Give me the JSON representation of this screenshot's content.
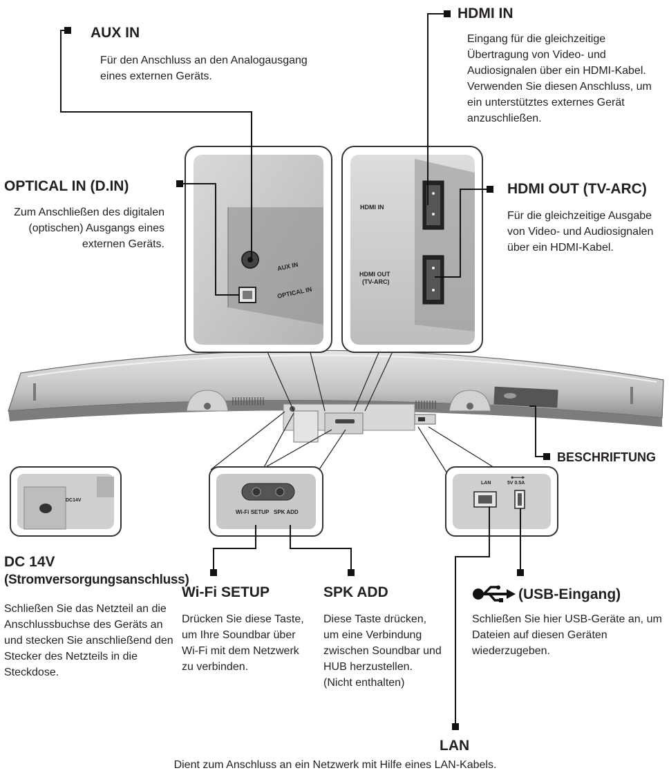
{
  "labels": {
    "aux_in": {
      "title": "AUX IN",
      "desc": "Für den Anschluss an den Analogausgang eines externen Geräts."
    },
    "hdmi_in": {
      "title": "HDMI IN",
      "desc": "Eingang für die gleichzeitige Übertragung von Video- und Audiosignalen über ein HDMI-Kabel. Verwenden Sie diesen Anschluss, um ein unterstütztes externes Gerät anzuschließen."
    },
    "optical_in": {
      "title": "OPTICAL IN (D.IN)",
      "desc": "Zum Anschließen des digitalen (optischen) Ausgangs eines externen Geräts."
    },
    "hdmi_out": {
      "title": "HDMI OUT (TV-ARC)",
      "desc": "Für die gleichzeitige Ausgabe von Video- und Audiosignalen über ein HDMI-Kabel."
    },
    "beschriftung": {
      "title": "BESCHRIFTUNG"
    },
    "dc": {
      "title": "DC 14V",
      "subtitle": "(Stromversorgungsanschluss)",
      "desc": "Schließen Sie das Netzteil an die Anschlussbuchse des Geräts an und stecken Sie anschließend den Stecker des Netzteils in die Steckdose."
    },
    "wifi": {
      "title": "Wi-Fi SETUP",
      "desc": "Drücken Sie diese Taste, um Ihre Soundbar über Wi-Fi mit dem Netzwerk zu verbinden."
    },
    "spk": {
      "title": "SPK ADD",
      "desc": "Diese Taste drücken, um eine Verbindung zwischen Soundbar und HUB herzustellen. (Nicht enthalten)"
    },
    "usb": {
      "title": "(USB-Eingang)",
      "desc": "Schließen Sie hier USB-Geräte an, um Dateien auf diesen Geräten wiederzugeben."
    },
    "lan": {
      "title": "LAN",
      "desc": "Dient zum Anschluss an ein Netzwerk mit Hilfe eines LAN-Kabels."
    }
  },
  "panel_text": {
    "aux_in": "AUX IN",
    "optical_in": "OPTICAL IN",
    "hdmi_in": "HDMI IN",
    "hdmi_out_1": "HDMI OUT",
    "hdmi_out_2": "(TV-ARC)",
    "dc14v": "DC14V",
    "wifi_setup": "Wi-Fi SETUP",
    "spk_add": "SPK ADD",
    "lan": "LAN",
    "usb_rating": "5V 0.5A"
  },
  "icons": [
    "usb-icon"
  ],
  "colors": {
    "line": "#111111",
    "panel": "#c9c9c9",
    "bar": "#bdbdbd"
  }
}
